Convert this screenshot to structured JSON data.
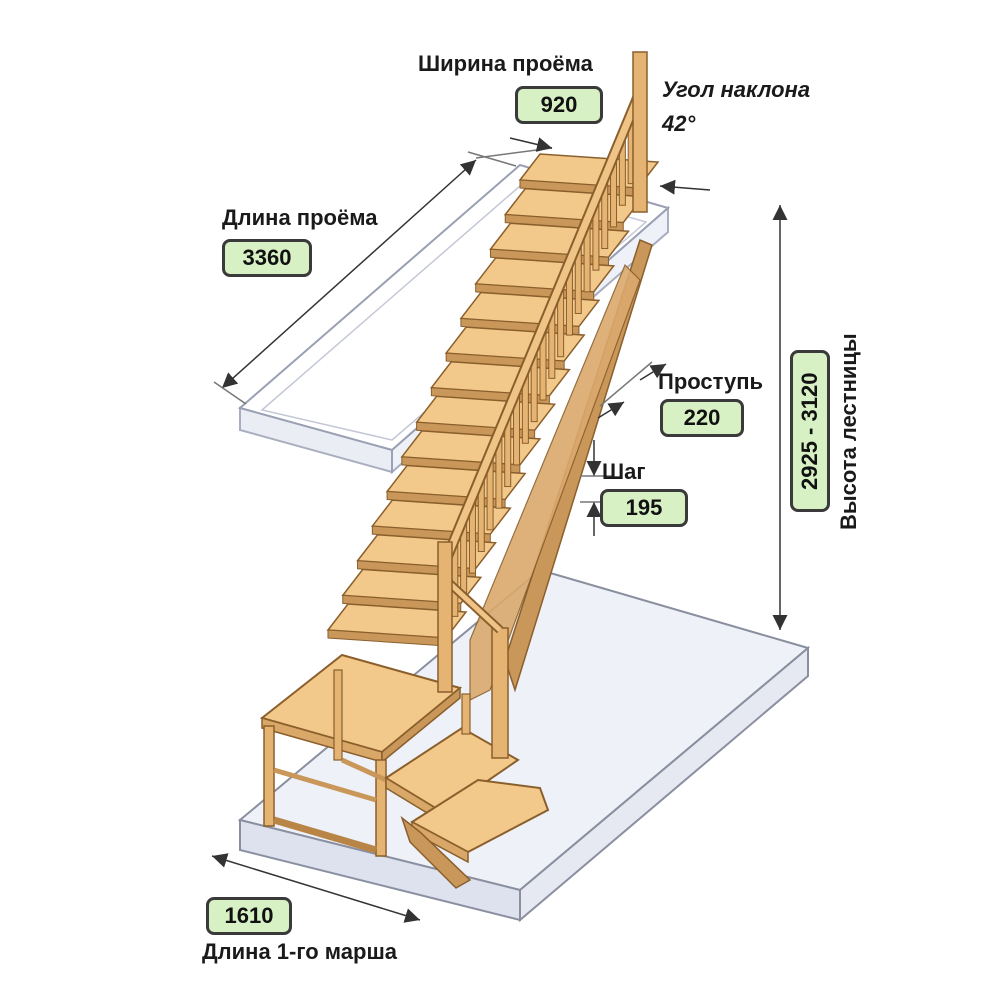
{
  "opening_width": {
    "label": "Ширина проёма",
    "value": "920"
  },
  "slope_angle": {
    "label": "Угол наклона",
    "value": "42°"
  },
  "opening_length": {
    "label": "Длина проёма",
    "value": "3360"
  },
  "tread": {
    "label": "Проступь",
    "value": "220"
  },
  "step": {
    "label": "Шаг",
    "value": "195"
  },
  "stair_height": {
    "label": "Высота лестницы",
    "value": "2925 - 3120"
  },
  "first_flight_length": {
    "label": "Длина 1-го марша",
    "value": "1610"
  },
  "colors": {
    "wood": "#f2c98a",
    "wood_dark": "#c9975a",
    "value_box": "#d7f0c4",
    "glass": "#e9edf5"
  }
}
